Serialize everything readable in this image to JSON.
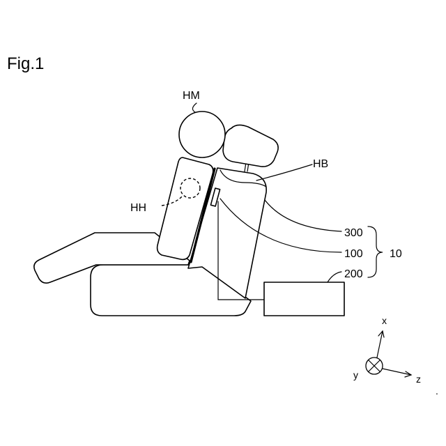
{
  "figure_title": "Fig.1",
  "labels": {
    "hm": "HM",
    "hb": "HB",
    "hh": "HH",
    "l300": "300",
    "l100": "100",
    "l200": "200",
    "l10": "10"
  },
  "axes": {
    "x": "x",
    "y": "y",
    "z": "z"
  },
  "mark": "."
}
